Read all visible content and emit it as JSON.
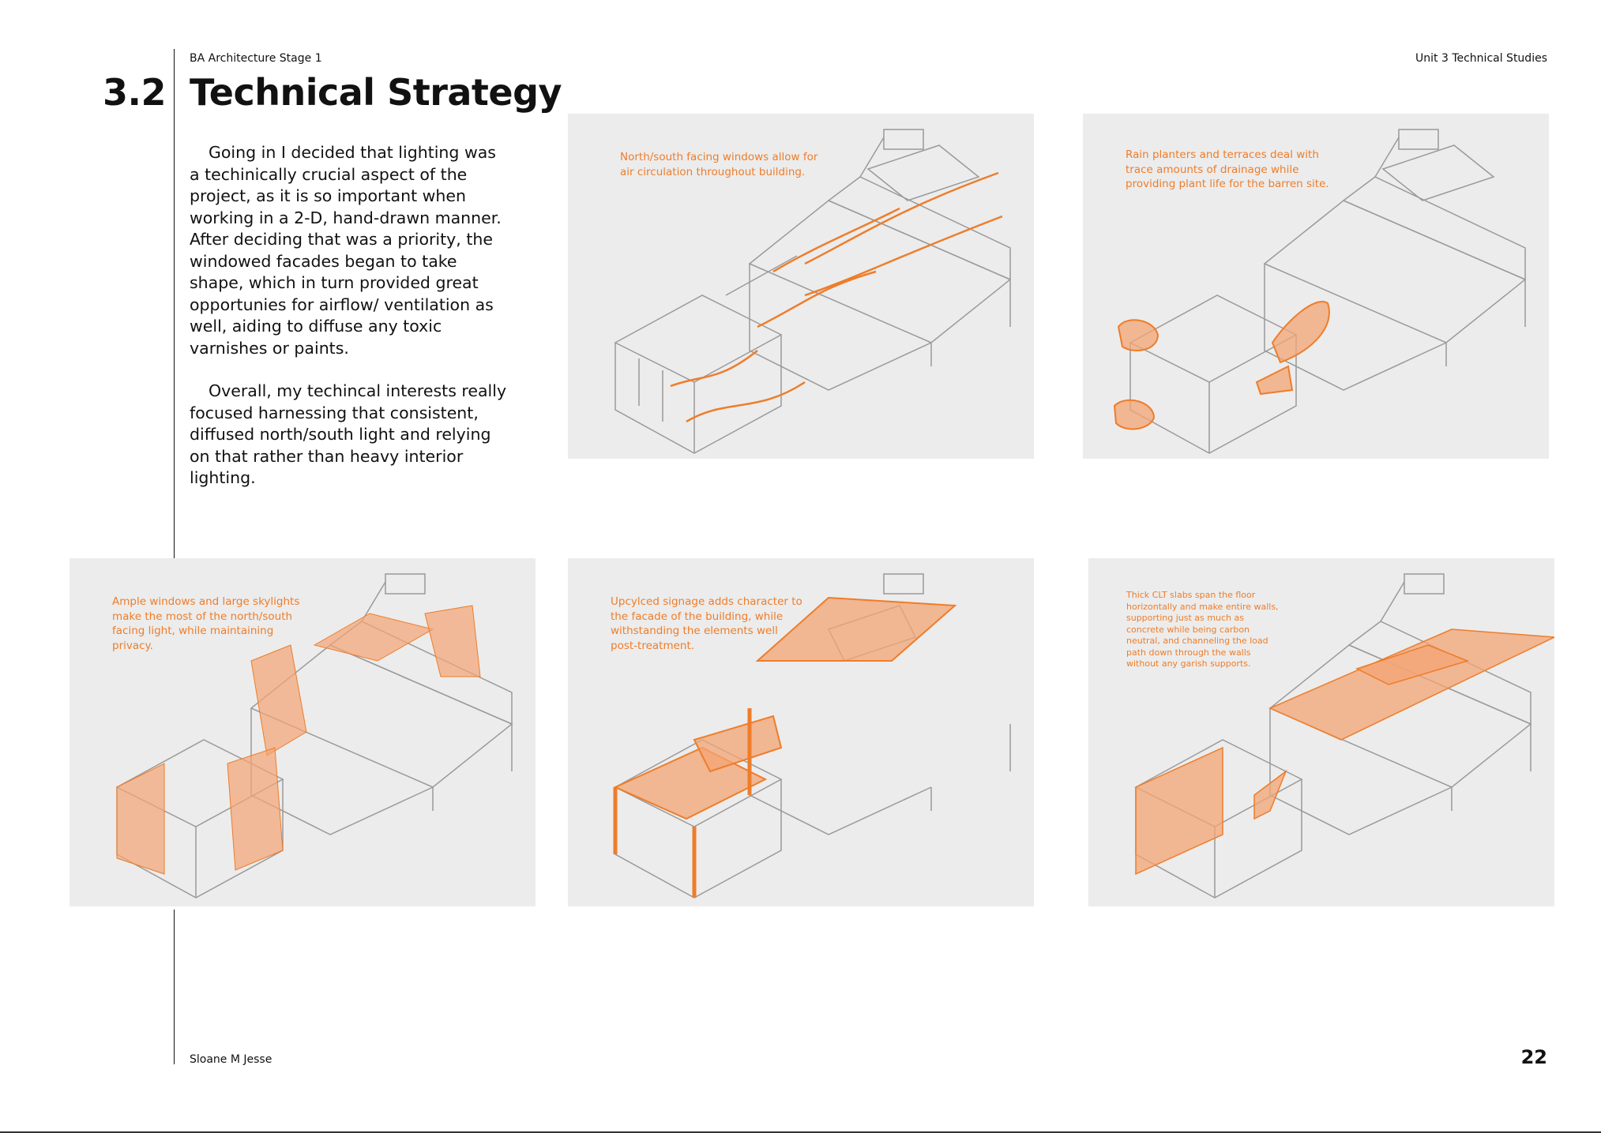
{
  "header": {
    "left": "BA Architecture Stage 1",
    "right": "Unit 3 Technical Studies"
  },
  "section": {
    "number": "3.2",
    "title": "Technical Strategy"
  },
  "body": {
    "paragraph1": "Going in I decided that lighting was a techinically crucial aspect of the project, as it is so important when working in a 2-D, hand-drawn manner. After deciding that was a priority, the windowed facades began to take shape, which in turn provided great opportunies for airflow/ ventilation as well, aiding to diffuse any toxic varnishes or paints.",
    "paragraph2": "Overall, my techincal interests really focused harnessing that consistent, diffused north/south light and relying on that rather than heavy interior lighting."
  },
  "panels": [
    {
      "caption": "North/south facing windows allow for air circulation throughout building."
    },
    {
      "caption": "Rain planters and terraces deal with trace amounts of drainage while providing plant life for the barren site."
    },
    {
      "caption": "Ample windows and large skylights make the most of the north/south facing light, while maintaining privacy."
    },
    {
      "caption": "Upcylced signage adds character to the facade of the building, while withstanding the elements well post-treatment."
    },
    {
      "caption": "Thick CLT slabs span the floor horizontally and make entire walls, supporting just as much as concrete while being carbon neutral, and channeling the load path down through the walls without any garish supports."
    }
  ],
  "footer": {
    "author": "Sloane M Jesse",
    "page_number": "22"
  },
  "colors": {
    "accent": "#ee7d2a",
    "panel_bg": "#ececec",
    "line": "#9a9a9a"
  }
}
